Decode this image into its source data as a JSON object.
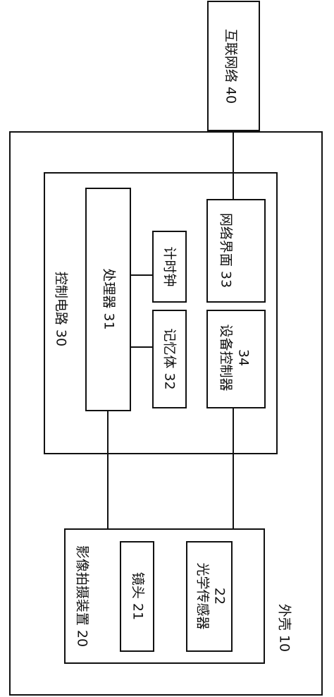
{
  "internet": {
    "label": "互联网络 40"
  },
  "housing": {
    "label": "外壳 10"
  },
  "control_circuit": {
    "label": "控制电路 30"
  },
  "processor": {
    "label": "处理器 31"
  },
  "clock": {
    "label": "计时钟"
  },
  "memory": {
    "label": "记忆体 32"
  },
  "network_interface": {
    "label": "网络界面 33"
  },
  "device_controller": {
    "line1": "设备控制器",
    "line2": "34"
  },
  "camera_module": {
    "label": "影像拍摄装置 20"
  },
  "lens": {
    "label": "镜头 21"
  },
  "optical_sensor": {
    "line1": "光学传感器",
    "line2": "22"
  }
}
